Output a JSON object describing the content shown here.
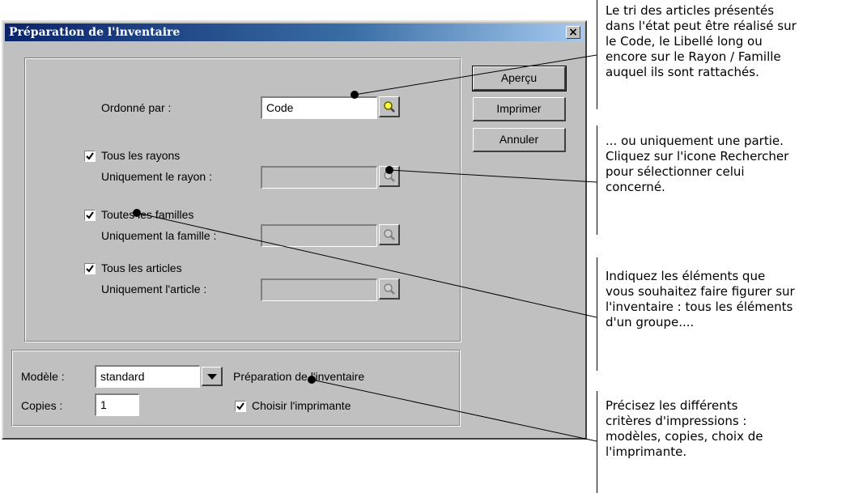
{
  "dialog": {
    "title": "Préparation de l'inventaire",
    "close_label": "×"
  },
  "criteria": {
    "ordonne_label": "Ordonné par :",
    "ordonne_value": "Code",
    "rayons_checkbox": "Tous les rayons",
    "rayon_label": "Uniquement le rayon :",
    "familles_checkbox": "Toutes les familles",
    "famille_label": "Uniquement la famille :",
    "articles_checkbox": "Tous les articles",
    "article_label": "Uniquement l'article :"
  },
  "buttons": {
    "apercu": "Aperçu",
    "imprimer": "Imprimer",
    "annuler": "Annuler"
  },
  "print": {
    "modele_label": "Modèle :",
    "modele_value": "standard",
    "modele_caption": "Préparation de l'inventaire",
    "copies_label": "Copies :",
    "copies_value": "1",
    "choisir_imprimante": "Choisir l'imprimante"
  },
  "annotations": [
    {
      "lines": [
        "Le tri des articles présentés",
        "dans l'état peut être réalisé sur",
        "le Code, le Libellé long ou",
        "encore sur le Rayon / Famille",
        "auquel ils sont rattachés."
      ]
    },
    {
      "lines": [
        "... ou uniquement une partie.",
        "Cliquez sur l'icone Rechercher",
        "pour sélectionner celui",
        "concerné."
      ]
    },
    {
      "lines": [
        "Indiquez les éléments que",
        "vous souhaitez faire figurer sur",
        "l'inventaire : tous les éléments",
        "d'un groupe...."
      ]
    },
    {
      "lines": [
        "Précisez les différents",
        "critères d'impressions :",
        "modèles, copies, choix de",
        "l'imprimante."
      ]
    }
  ],
  "colors": {
    "titlebar_start": "#0a246a",
    "titlebar_end": "#a6caf0",
    "dialog_bg": "#c0c0c0"
  }
}
